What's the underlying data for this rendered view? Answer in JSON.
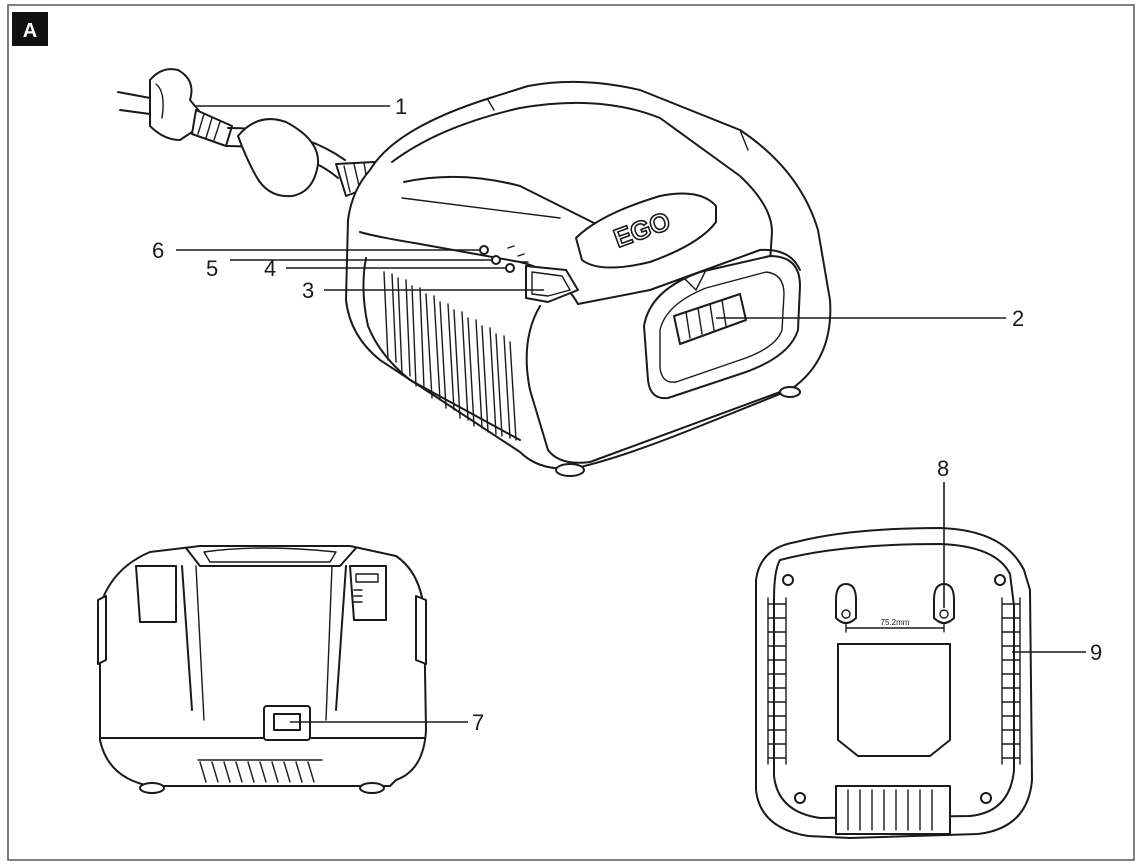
{
  "panel": {
    "letter": "A"
  },
  "brand_logo": "EGO",
  "callouts": [
    "1",
    "2",
    "3",
    "4",
    "5",
    "6",
    "7",
    "8",
    "9"
  ],
  "hole_distance_label": "75.2mm"
}
